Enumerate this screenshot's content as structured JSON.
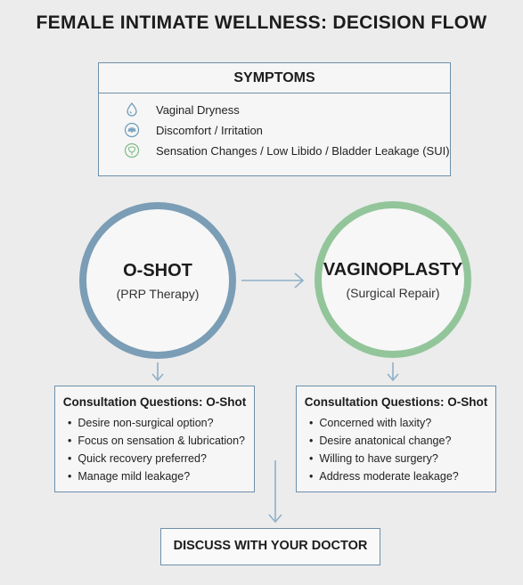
{
  "title": "FEMALE INTIMATE WELLNESS: DECISION FLOW",
  "symptoms": {
    "header": "SYMPTOMS",
    "items": [
      {
        "label": "Vaginal Dryness",
        "icon": "droplet-icon"
      },
      {
        "label": "Discomfort / Irritation",
        "icon": "wave-icon"
      },
      {
        "label": "Sensation Changes / Low Libido  /  Bladder Leakage (SUI)",
        "icon": "bladder-icon"
      }
    ]
  },
  "options": {
    "left": {
      "name": "O-SHOT",
      "sub": "(PRP Therapy)",
      "color": "#7b9db6"
    },
    "right": {
      "name": "VAGINOPLASTY",
      "sub": "(Surgical Repair)",
      "color": "#93c59a"
    }
  },
  "questions": {
    "left": {
      "title": "Consultation Questions: O-Shot",
      "items": [
        "Desire non-surgical option?",
        "Focus on sensation & lubrication?",
        "Quick recovery preferred?",
        "Manage mild leakage?"
      ]
    },
    "right": {
      "title": "Consultation Questions: O-Shot",
      "items": [
        "Concerned with laxity?",
        "Desire anatonical change?",
        "Willing to have surgery?",
        "Address moderate leakage?"
      ]
    }
  },
  "final": {
    "label": "DISCUSS WITH YOUR DOCTOR"
  },
  "colors": {
    "border": "#6d8faa",
    "arrow": "#8fb0c8",
    "background": "#ececec"
  }
}
